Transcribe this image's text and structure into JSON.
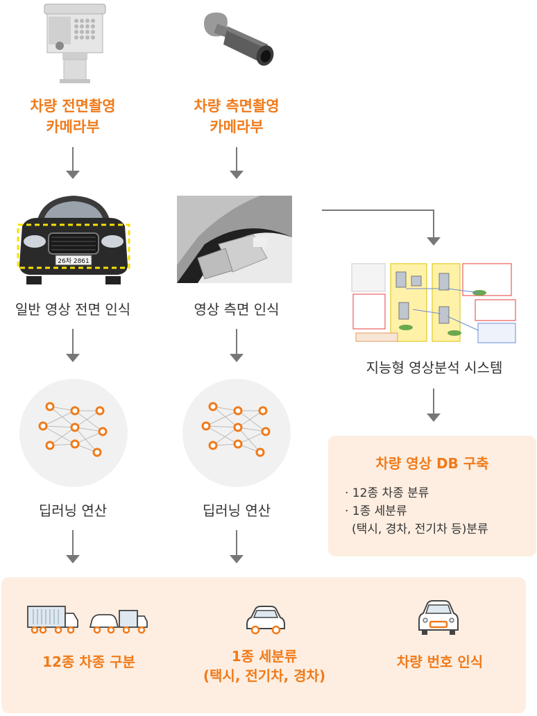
{
  "column1": {
    "camera_title_line1": "차량 전면촬영",
    "camera_title_line2": "카메라부",
    "recognition_label": "일반 영상 전면 인식",
    "compute_label": "딥러닝 연산",
    "plate_text": "26차 2861"
  },
  "column2": {
    "camera_title_line1": "차량 측면촬영",
    "camera_title_line2": "카메라부",
    "recognition_label": "영상 측면 인식",
    "compute_label": "딥러닝 연산"
  },
  "column3": {
    "system_label": "지능형 영상분석 시스템",
    "db_title": "차량 영상 DB 구축",
    "db_items": [
      "· 12종 차종 분류",
      "· 1종 세분류",
      "(택시, 경차, 전기차 등)분류"
    ]
  },
  "outputs": {
    "item1_label": "12종 차종 구분",
    "item2_label_line1": "1종 세분류",
    "item2_label_line2": "(택시, 전기차, 경차)",
    "item3_label": "차량 번호 인식"
  },
  "colors": {
    "accent": "#f07a1a",
    "box_bg": "#fdeee1",
    "circle_bg": "#f1f1f1",
    "arrow": "#777777"
  },
  "icons": {
    "front_camera": "box-camera-icon",
    "side_camera": "bullet-camera-icon",
    "neural_net": "neural-network-icon",
    "truck_car_bus": "vehicle-group-icon",
    "car": "car-icon",
    "plate_car": "car-plate-icon"
  }
}
